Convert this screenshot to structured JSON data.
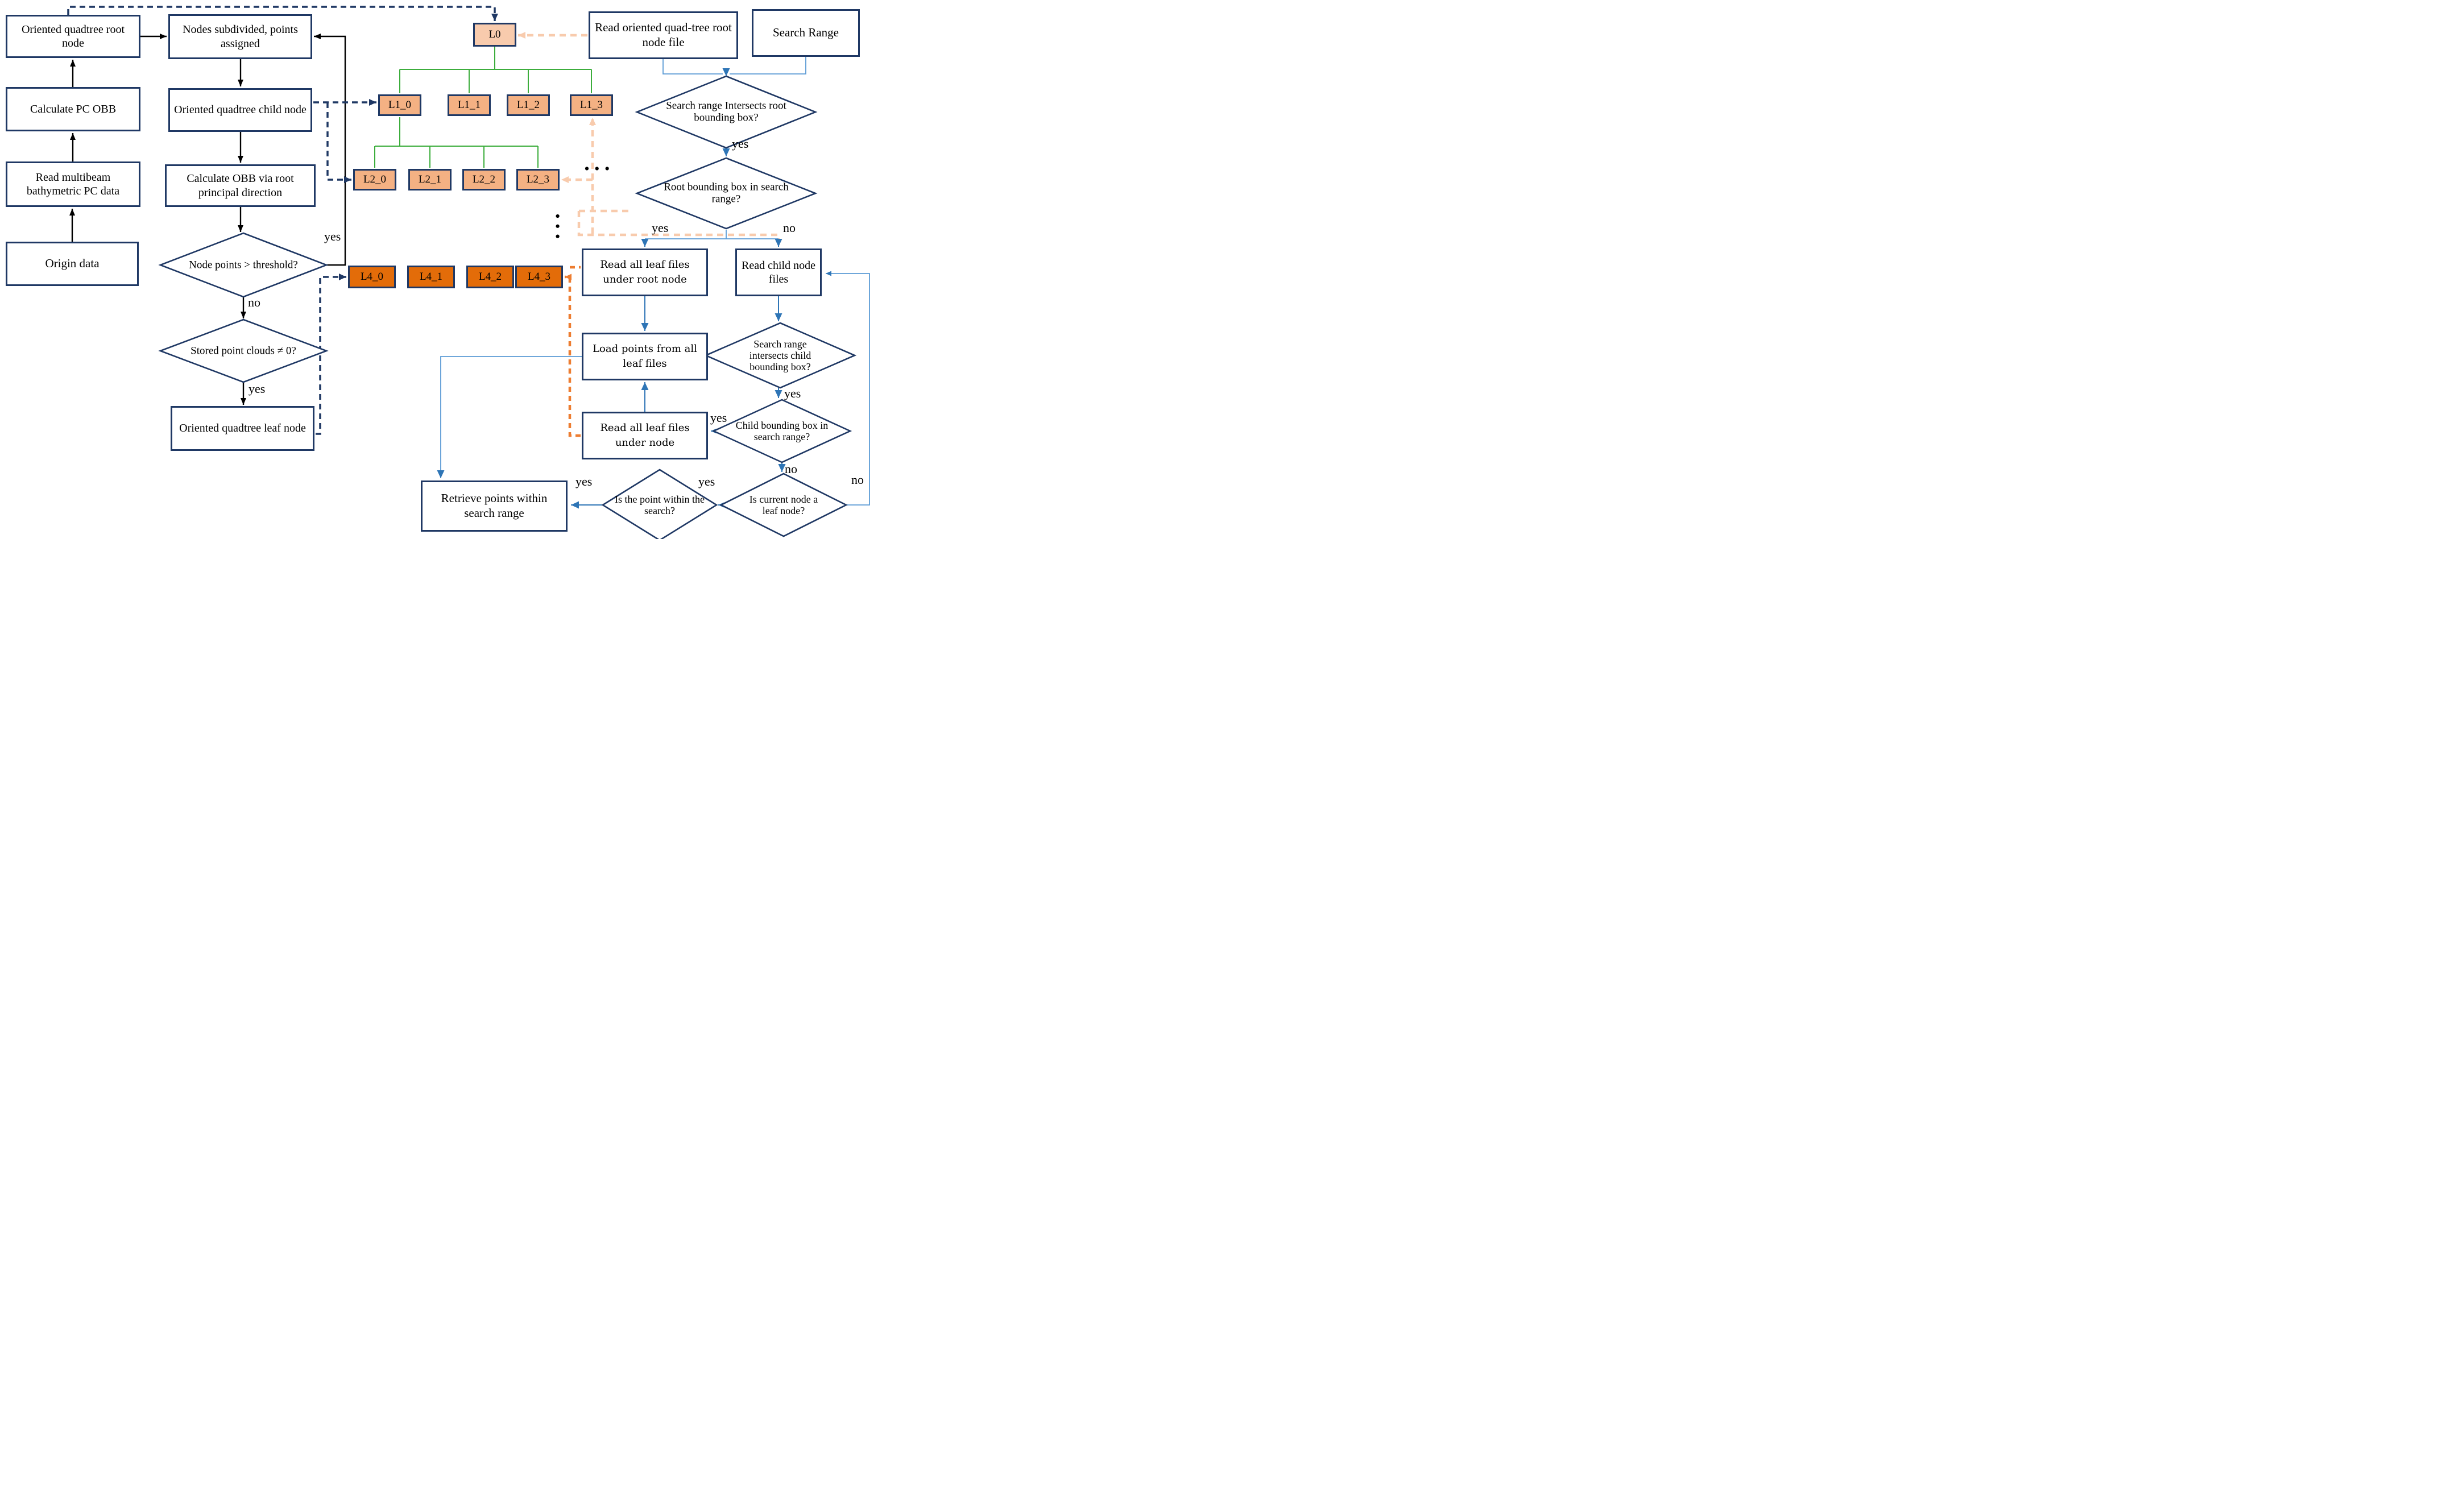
{
  "colors": {
    "border_navy": "#1F3864",
    "dash_navy": "#1F3864",
    "dash_peach": "#F8CBAD",
    "dash_orange": "#ED7D31",
    "tree_green": "#3CAD3C",
    "flow_blue": "#2E75B6",
    "flow_blue_light": "#5B9BD5",
    "fill_l0": "#F8CBAD",
    "fill_l1_l2": "#F4B183",
    "fill_l4": "#E36C09",
    "arrow_black": "#000000"
  },
  "labels": {
    "yes": "yes",
    "no": "no"
  },
  "build": {
    "root_node": "Oriented quadtree root node",
    "calc_pc_obb": "Calculate PC OBB",
    "read_multibeam": "Read multibeam bathymetric PC data",
    "origin": "Origin data",
    "nodes_subdivided": "Nodes subdivided, points assigned",
    "child_node": "Oriented quadtree child node",
    "calc_obb": "Calculate OBB via root principal direction",
    "leaf_node": "Oriented quadtree leaf node",
    "d_threshold": "Node points > threshold?",
    "d_stored": "Stored point clouds ≠ 0?"
  },
  "tree": {
    "l0": "L0",
    "l1": [
      "L1_0",
      "L1_1",
      "L1_2",
      "L1_3"
    ],
    "l2": [
      "L2_0",
      "L2_1",
      "L2_2",
      "L2_3"
    ],
    "l4": [
      "L4_0",
      "L4_1",
      "L4_2",
      "L4_3"
    ],
    "dots": "• • •"
  },
  "query": {
    "read_root_file": "Read oriented quad-tree root node file",
    "search_range": "Search Range",
    "d_intersect_root": "Search range Intersects root bounding box?",
    "d_root_in_range": "Root bounding box in search range?",
    "read_all_leaf_root": "Read all leaf files under root node",
    "read_child": "Read child node files",
    "load_points": "Load points from all leaf files",
    "read_all_leaf_node": "Read all leaf files under node",
    "d_intersect_child": "Search range intersects child bounding box?",
    "d_child_in_range": "Child bounding box in search range?",
    "d_is_leaf": "Is current node a leaf node?",
    "d_point_in": "Is the point within the search?",
    "retrieve": "Retrieve points within search range"
  }
}
